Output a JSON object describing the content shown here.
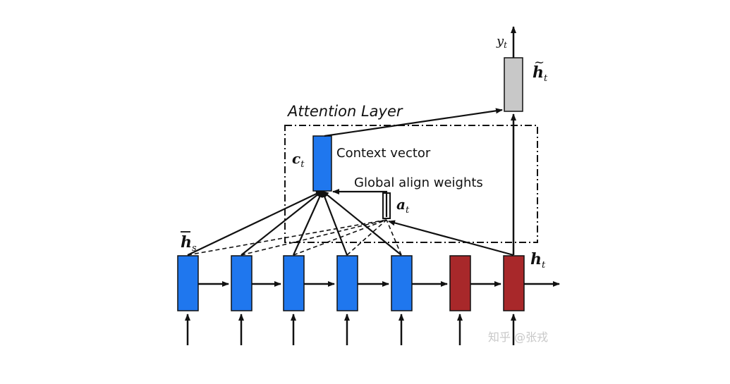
{
  "diagram": {
    "layer_title": "Attention Layer",
    "context_vector_label": "Context vector",
    "align_weights_label": "Global align weights",
    "ct_symbol": "c",
    "ct_sub": "t",
    "at_symbol": "a",
    "at_sub": "t",
    "hs_symbol": "h",
    "hs_sub": "s",
    "ht_symbol": "h",
    "ht_sub": "t",
    "htilde_symbol": "h",
    "htilde_sub": "t",
    "yt_symbol": "y",
    "yt_sub": "t",
    "watermark": "知乎 @张戎"
  },
  "colors": {
    "encoder": "#1f77ee",
    "decoder": "#a8282a",
    "attentional": "#c8c8c8",
    "stroke": "#111111"
  }
}
